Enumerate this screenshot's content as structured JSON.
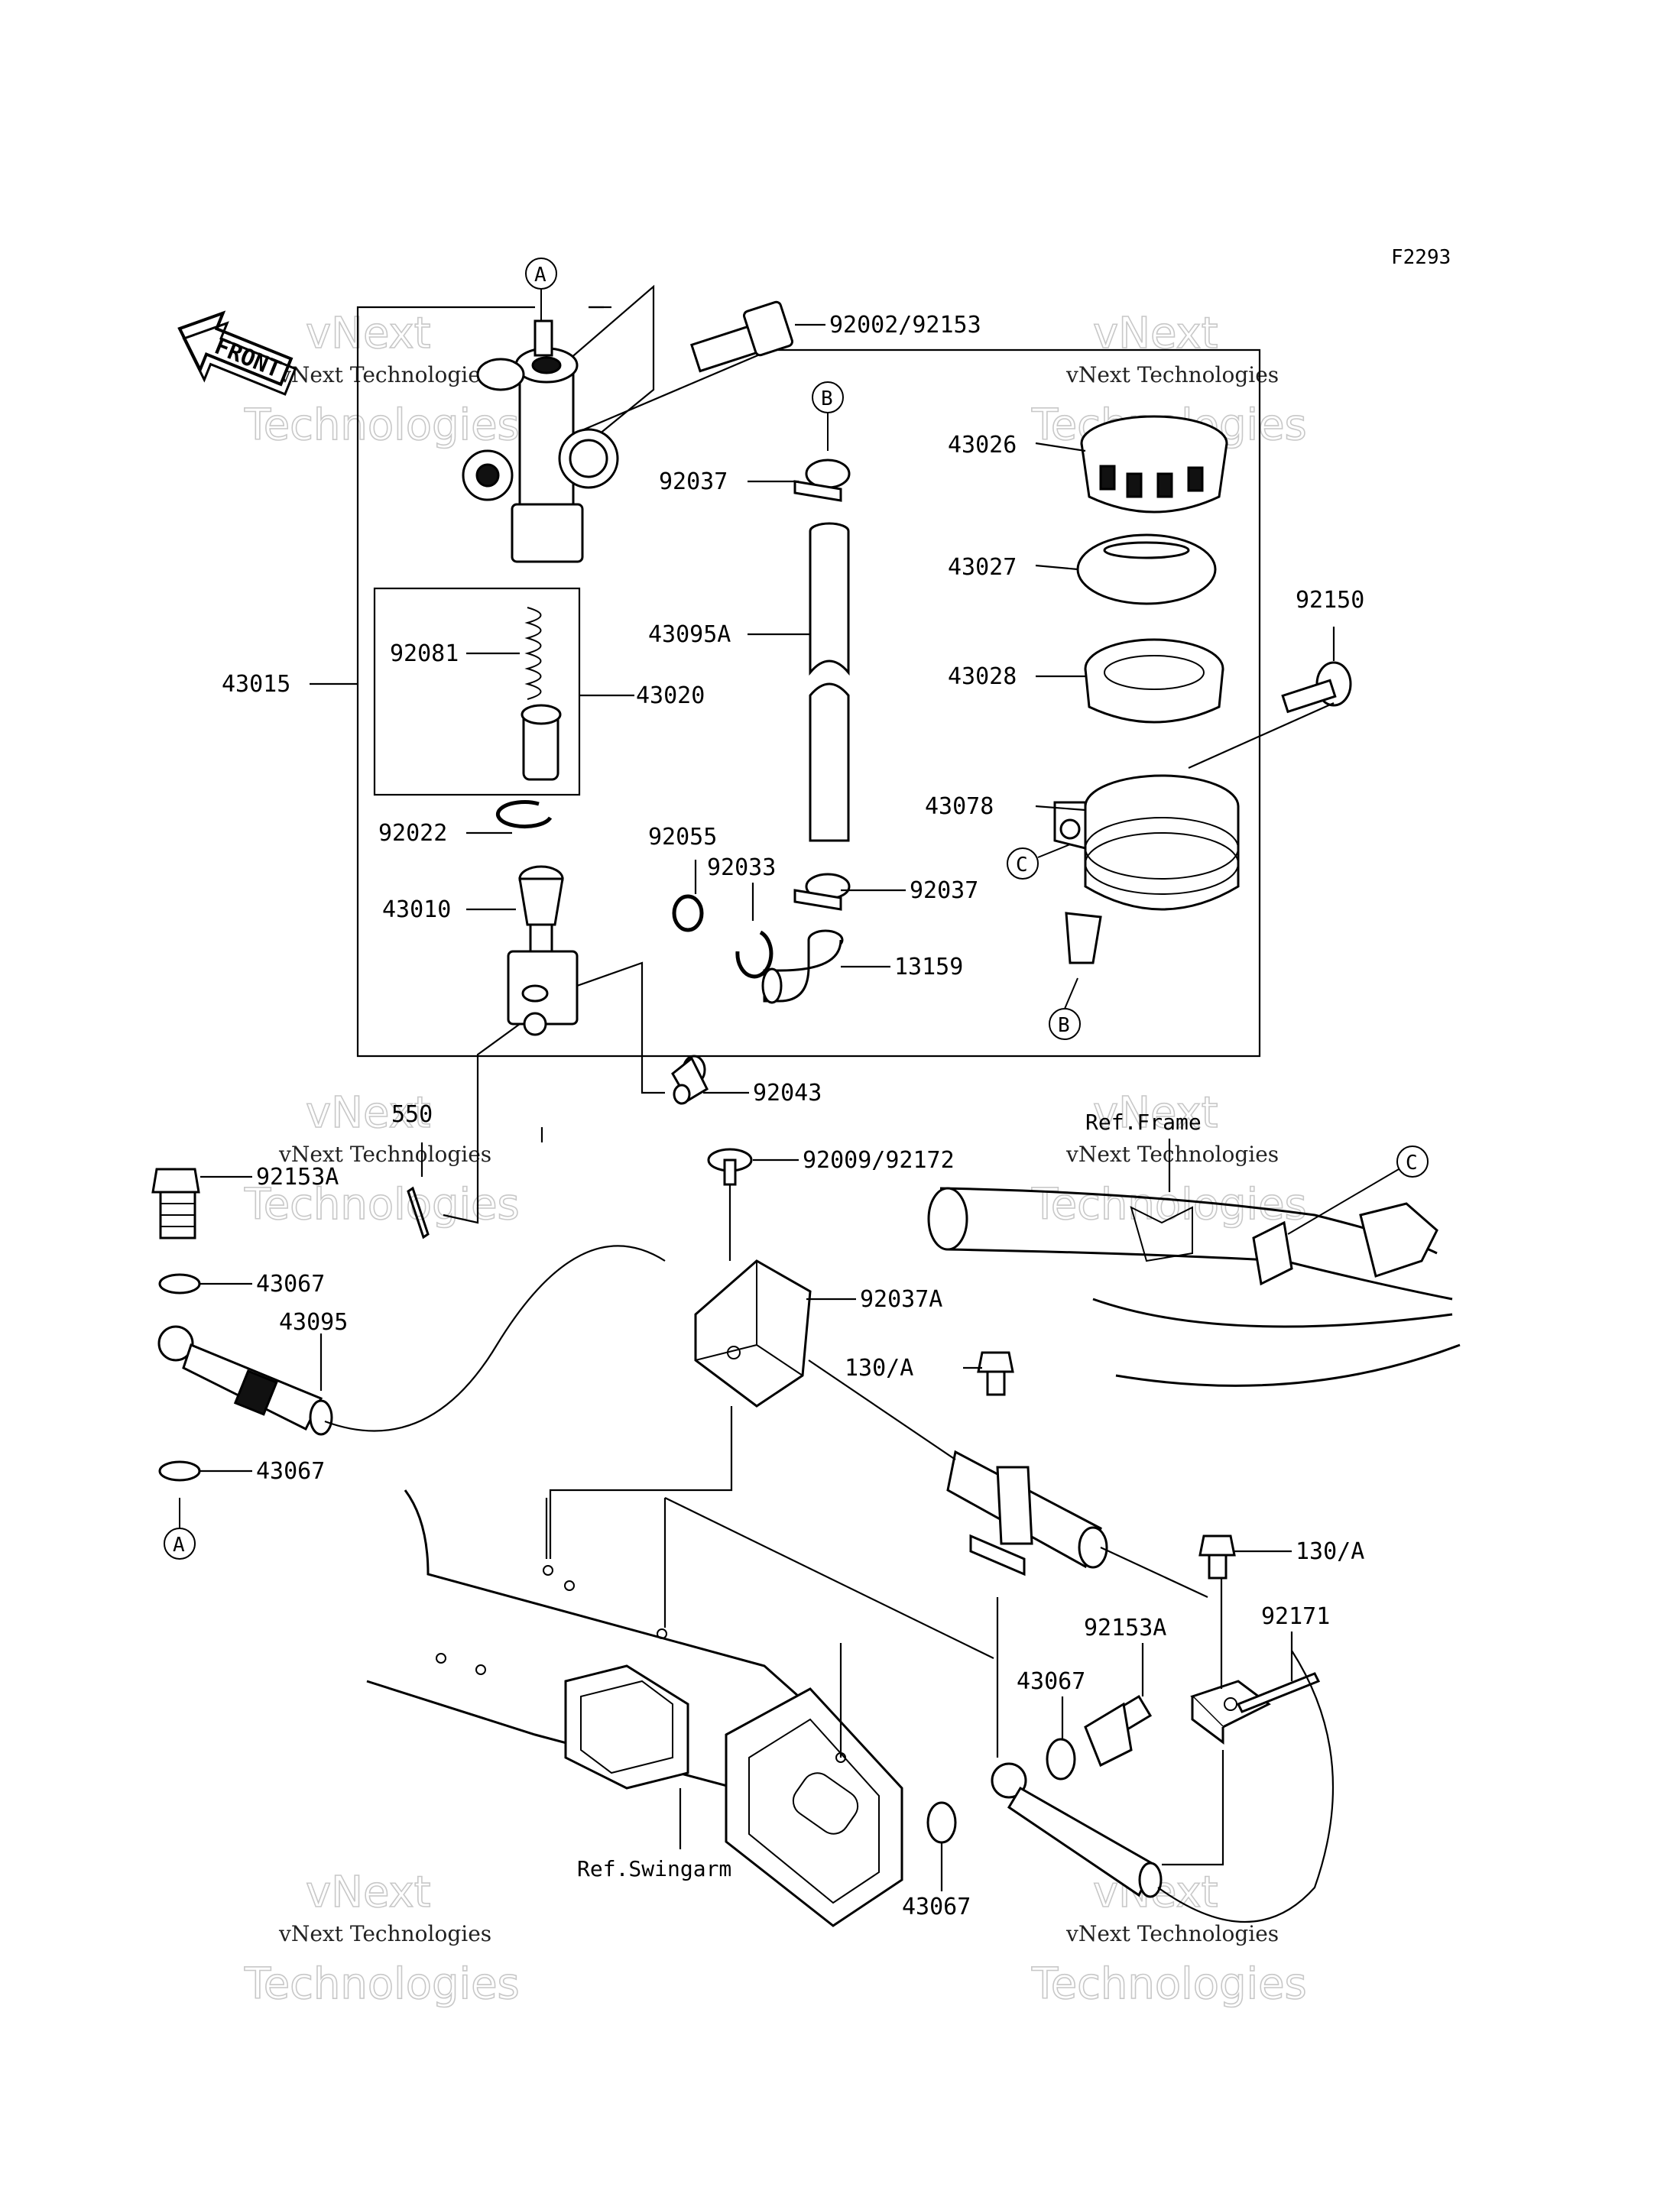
{
  "figure_code": "F2293",
  "front_arrow_label": "FRONT",
  "watermark": {
    "line1": "vNext",
    "line2": "Technologies",
    "caption": "vNext Technologies"
  },
  "callouts": {
    "a": "A",
    "b": "B",
    "c": "C"
  },
  "parts": {
    "p92002": "92002/92153",
    "p92037_top": "92037",
    "p43026": "43026",
    "p43027": "43027",
    "p43095A": "43095A",
    "p43028": "43028",
    "p92150": "92150",
    "p43015": "43015",
    "p92081": "92081",
    "p43020": "43020",
    "p43078": "43078",
    "p92022": "92022",
    "p92055": "92055",
    "p92033": "92033",
    "p92037_bot": "92037",
    "p43010": "43010",
    "p13159": "13159",
    "p92043": "92043",
    "p550": "550",
    "p92009": "92009/92172",
    "p92153A_left": "92153A",
    "p43067_a": "43067",
    "p92037A": "92037A",
    "p43095": "43095",
    "p130A_a": "130/A",
    "p43067_b": "43067",
    "p130A_b": "130/A",
    "p92171": "92171",
    "p92153A_right": "92153A",
    "p43067_c": "43067",
    "p43067_d": "43067"
  },
  "references": {
    "frame": "Ref.Frame",
    "swingarm": "Ref.Swingarm"
  }
}
